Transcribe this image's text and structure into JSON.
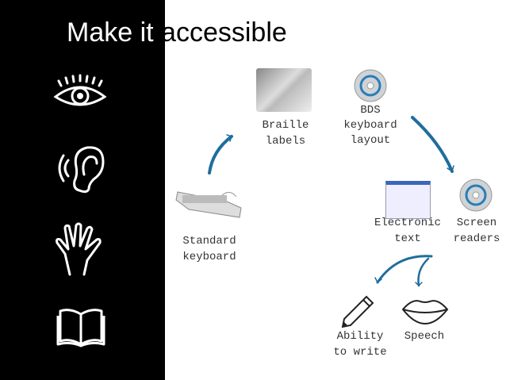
{
  "title": {
    "part1": "Make it ",
    "part2": "accessible"
  },
  "sidebar_icons": [
    "eye-icon",
    "ear-icon",
    "hand-icon",
    "book-icon"
  ],
  "nodes": {
    "standard_keyboard": {
      "line1": "Standard",
      "line2": "keyboard"
    },
    "braille_labels": {
      "line1": "Braille",
      "line2": "labels"
    },
    "bds_layout": {
      "line1": "BDS",
      "line2": "keyboard",
      "line3": "layout"
    },
    "electronic_text": {
      "line1": "Electronic",
      "line2": "text"
    },
    "screen_readers": {
      "line1": "Screen",
      "line2": "readers"
    },
    "ability_to_write": {
      "line1": "Ability",
      "line2": "to write"
    },
    "speech": {
      "line1": "Speech"
    }
  },
  "colors": {
    "arrow": "#1f6e9c",
    "panel": "#000000"
  }
}
